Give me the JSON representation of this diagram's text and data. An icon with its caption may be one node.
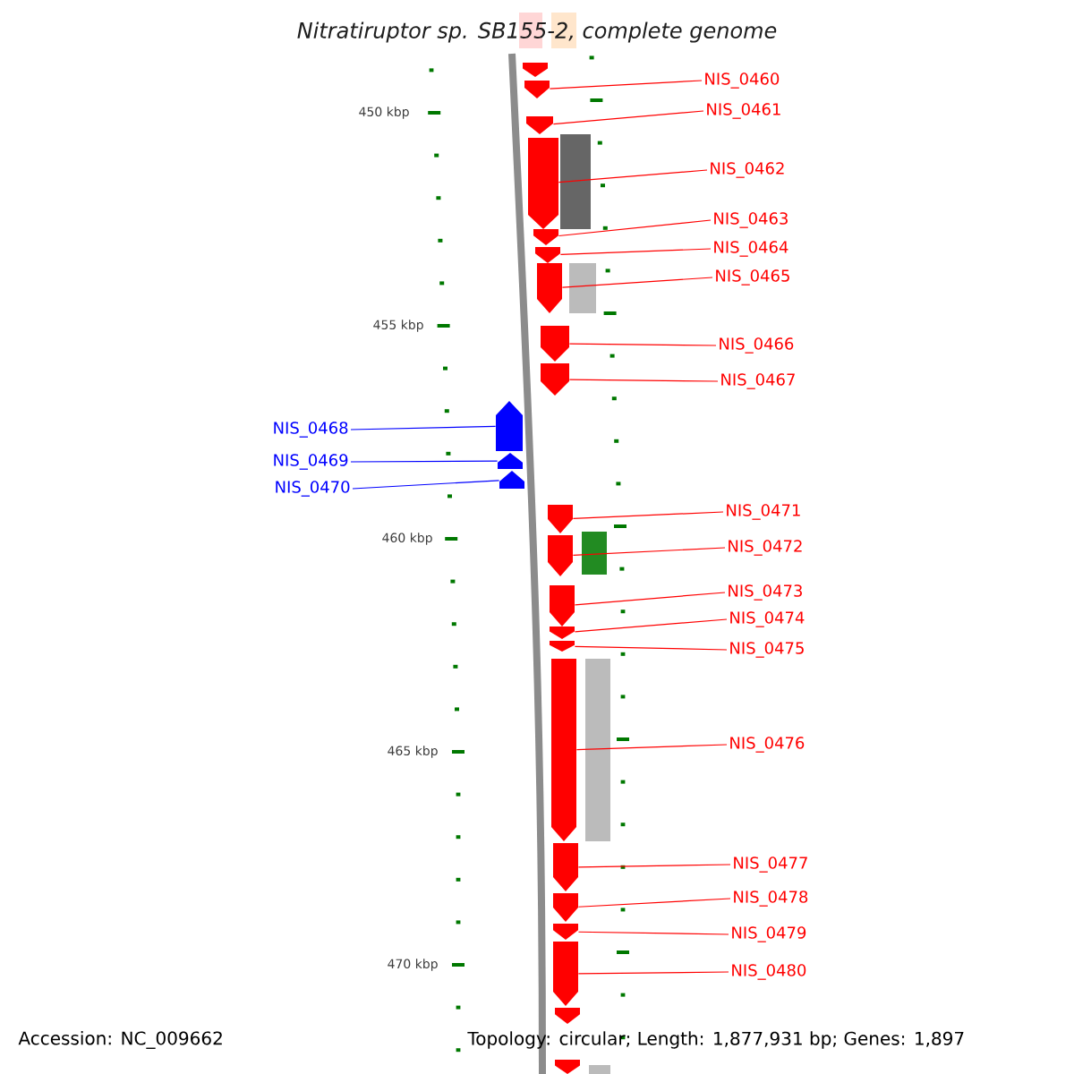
{
  "diagram": {
    "title": "Nitratiruptor sp. SB155-2, complete genome",
    "nodes": [
      {
        "text": [],
        "shape": "box"
      },
      {
        "text": [],
        "shape": "box"
      },
      {
        "text": [],
        "shape": "pentagon"
      },
      {
        "text": [],
        "shape": "pentagon"
      },
      {
        "text": [],
        "shape": "pentagon"
      },
      {
        "text": [],
        "shape": "pentagon"
      },
      {
        "text": [],
        "shape": "box"
      },
      {
        "text": [],
        "shape": "pentagon"
      },
      {
        "text": [],
        "shape": "pentagon"
      },
      {
        "text": [],
        "shape": "pentagon"
      },
      {
        "text": [],
        "shape": "box"
      },
      {
        "text": [],
        "shape": "pentagon"
      },
      {
        "text": [],
        "shape": "pentagon"
      },
      {
        "text": [],
        "shape": "pentagon"
      },
      {
        "text": [],
        "shape": "pentagon"
      },
      {
        "text": [],
        "shape": "pentagon"
      },
      {
        "text": [],
        "shape": "pentagon"
      },
      {
        "text": [],
        "shape": "pentagon"
      },
      {
        "text": [],
        "shape": "box"
      },
      {
        "text": [],
        "shape": "pentagon"
      },
      {
        "text": [],
        "shape": "pentagon"
      },
      {
        "text": [],
        "shape": "pentagon"
      },
      {
        "text": [],
        "shape": "pentagon"
      },
      {
        "text": [],
        "shape": "box"
      },
      {
        "text": [],
        "shape": "pentagon"
      },
      {
        "text": [],
        "shape": "pentagon"
      },
      {
        "text": [],
        "shape": "pentagon"
      },
      {
        "text": [],
        "shape": "pentagon"
      },
      {
        "text": [],
        "shape": "pentagon"
      },
      {
        "text": [],
        "shape": "pentagon"
      },
      {
        "text": [],
        "shape": "box"
      },
      {
        "text": [
          "NIS_0460"
        ]
      },
      {
        "text": [
          "NIS_0461"
        ]
      },
      {
        "text": [
          "NIS_0462"
        ]
      },
      {
        "text": [
          "NIS_0463"
        ]
      },
      {
        "text": [
          "NIS_0464"
        ]
      },
      {
        "text": [
          "NIS_0465"
        ]
      },
      {
        "text": [
          "NIS_0466"
        ]
      },
      {
        "text": [
          "NIS_0467"
        ]
      },
      {
        "text": [
          "NIS_0468"
        ]
      },
      {
        "text": [
          "NIS_0469"
        ]
      },
      {
        "text": [
          "NIS_0470"
        ]
      },
      {
        "text": [
          "NIS_0471"
        ]
      },
      {
        "text": [
          "NIS_0472"
        ]
      },
      {
        "text": [
          "NIS_0473"
        ]
      },
      {
        "text": [
          "NIS_0474"
        ]
      },
      {
        "text": [
          "NIS_0475"
        ]
      },
      {
        "text": [
          "NIS_0476"
        ]
      },
      {
        "text": [
          "NIS_0477"
        ]
      },
      {
        "text": [
          "NIS_0478"
        ]
      },
      {
        "text": [
          "NIS_0479"
        ]
      },
      {
        "text": [
          "NIS_0480"
        ]
      }
    ],
    "edges": [
      {
        "from": 31,
        "to": 3,
        "arrow": "none"
      },
      {
        "from": 32,
        "to": 4,
        "arrow": "none"
      },
      {
        "from": 33,
        "to": 5,
        "arrow": "none"
      },
      {
        "from": 34,
        "to": 7,
        "arrow": "none"
      },
      {
        "from": 35,
        "to": 8,
        "arrow": "none"
      },
      {
        "from": 36,
        "to": 9,
        "arrow": "none"
      },
      {
        "from": 37,
        "to": 11,
        "arrow": "none"
      },
      {
        "from": 38,
        "to": 12,
        "arrow": "none"
      },
      {
        "from": 39,
        "to": 13,
        "arrow": "none",
        "color": "#0000ff"
      },
      {
        "from": 40,
        "to": 14,
        "arrow": "none",
        "color": "#0000ff"
      },
      {
        "from": 41,
        "to": 15,
        "arrow": "none",
        "color": "#0000ff"
      },
      {
        "from": 42,
        "to": 16,
        "arrow": "none"
      },
      {
        "from": 43,
        "to": 17,
        "arrow": "none"
      },
      {
        "from": 44,
        "to": 19,
        "arrow": "none"
      },
      {
        "from": 45,
        "to": 20,
        "arrow": "none"
      },
      {
        "from": 46,
        "to": 21,
        "arrow": "none"
      },
      {
        "from": 47,
        "to": 22,
        "arrow": "none"
      },
      {
        "from": 48,
        "to": 24,
        "arrow": "none"
      },
      {
        "from": 49,
        "to": 25,
        "arrow": "none"
      },
      {
        "from": 50,
        "to": 26,
        "arrow": "none"
      },
      {
        "from": 51,
        "to": 27,
        "arrow": "none"
      }
    ],
    "labels": [
      "450 kbp",
      "455 kbp",
      "460 kbp",
      "465 kbp",
      "470 kbp",
      "Accession: NC_009662",
      "Topology: circular; Length: 1,877,931 bp; Genes: 1,897"
    ]
  }
}
